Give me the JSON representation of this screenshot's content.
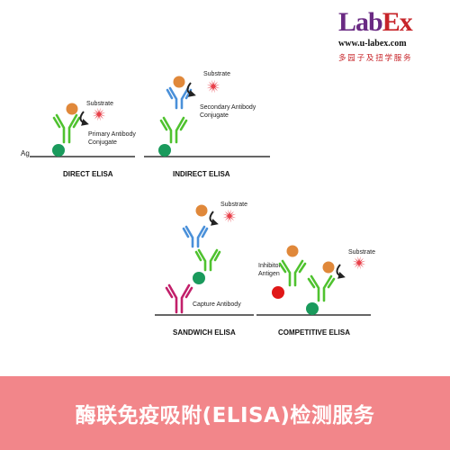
{
  "logo": {
    "brand_part1": "Lab",
    "brand_part2": "Ex",
    "url": "www.u-labex.com",
    "tagline": "多园子及扭学服务",
    "colors": {
      "lab": "#6a2a83",
      "ex": "#c7252a"
    }
  },
  "panels": {
    "direct": {
      "title": "DIRECT ELISA",
      "labels": {
        "ag": "Ag",
        "substrate": "Substrate",
        "antibody_line1": "Primary Antibody",
        "antibody_line2": "Conjugate"
      }
    },
    "indirect": {
      "title": "INDIRECT ELISA",
      "labels": {
        "substrate": "Substrate",
        "antibody_line1": "Secondary Antibody",
        "antibody_line2": "Conjugate"
      }
    },
    "sandwich": {
      "title": "SANDWICH ELISA",
      "labels": {
        "substrate": "Substrate",
        "capture": "Capture Antibody"
      }
    },
    "competitive": {
      "title": "COMPETITIVE ELISA",
      "labels": {
        "substrate": "Substrate",
        "inhibitor_line1": "Inhibitor",
        "inhibitor_line2": "Antigen"
      }
    }
  },
  "footer": {
    "text": "酶联免疫吸附(ELISA)检测服务",
    "background": "#f2868a"
  },
  "colors": {
    "antigen": "#1a9a5c",
    "primary_antibody": "#4fc22f",
    "secondary_antibody": "#4a90d9",
    "capture_antibody": "#c21f6a",
    "enzyme": "#e0883a",
    "substrate": "#e8404a",
    "inhibitor": "#e01818",
    "surface": "#333333"
  }
}
